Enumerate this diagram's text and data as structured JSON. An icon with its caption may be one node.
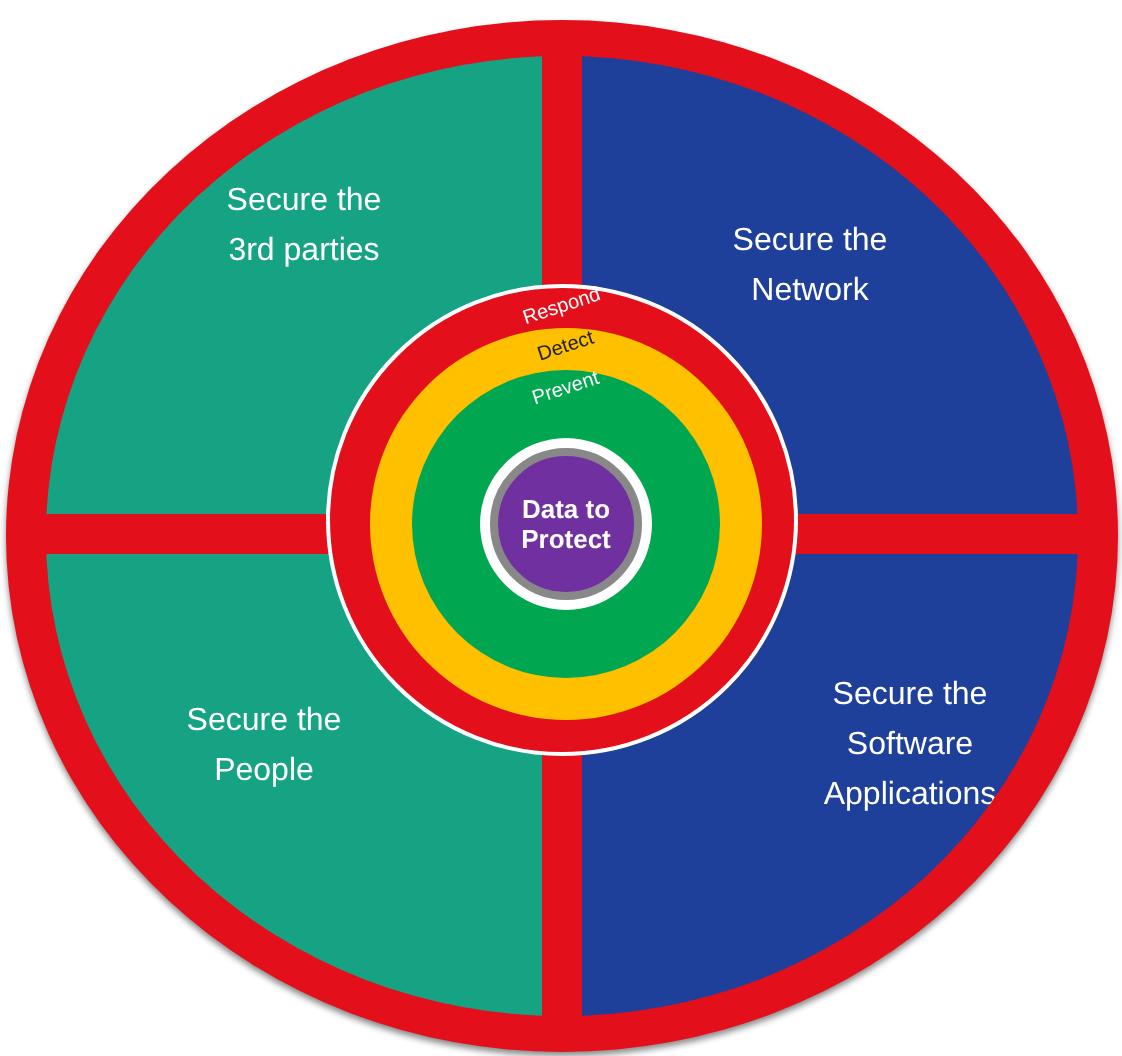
{
  "diagram": {
    "nodes": [
      {
        "text": [],
        "shape": "circle"
      },
      {
        "text": [
          "Secure the 3rd parties"
        ],
        "in": 0
      },
      {
        "text": [
          "Secure the Network"
        ],
        "in": 0
      },
      {
        "text": [
          "Secure the People"
        ],
        "in": 0
      },
      {
        "text": [
          "Secure the Software Applications"
        ],
        "in": 0
      },
      {
        "text": [
          "Respond"
        ],
        "in": 0
      },
      {
        "text": [
          "Detect"
        ],
        "in": 5
      },
      {
        "text": [
          "Prevent"
        ],
        "in": 6
      },
      {
        "text": [
          "Data to Protect"
        ],
        "in": 7
      }
    ],
    "edges": []
  }
}
